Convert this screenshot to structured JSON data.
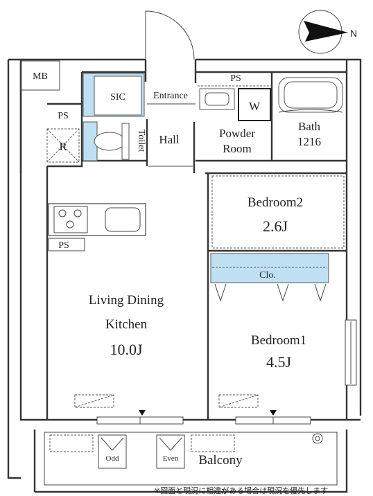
{
  "compass": {
    "north_label": "N"
  },
  "rooms": {
    "mb": "MB",
    "ps_top": "PS",
    "ps_left": "PS",
    "ps_kitchen": "PS",
    "r": "R",
    "sic": "SIC",
    "entrance": "Entrance",
    "w": "W",
    "toilet": "Toilet",
    "hall": "Hall",
    "powder_room_line1": "Powder",
    "powder_room_line2": "Room",
    "bath_line1": "Bath",
    "bath_line2": "1216",
    "bedroom2_name": "Bedroom2",
    "bedroom2_size": "2.6J",
    "closet": "Clo.",
    "ldk_line1": "Living Dining",
    "ldk_line2": "Kitchen",
    "ldk_size": "10.0J",
    "bedroom1_name": "Bedroom1",
    "bedroom1_size": "4.5J",
    "balcony": "Balcony",
    "odd": "Odd",
    "even": "Even"
  },
  "footer_note": "※図面と現況に相違がある場合は現況を優先します",
  "colors": {
    "fixture_blue": "#bfe0f3",
    "wall": "#333333"
  }
}
